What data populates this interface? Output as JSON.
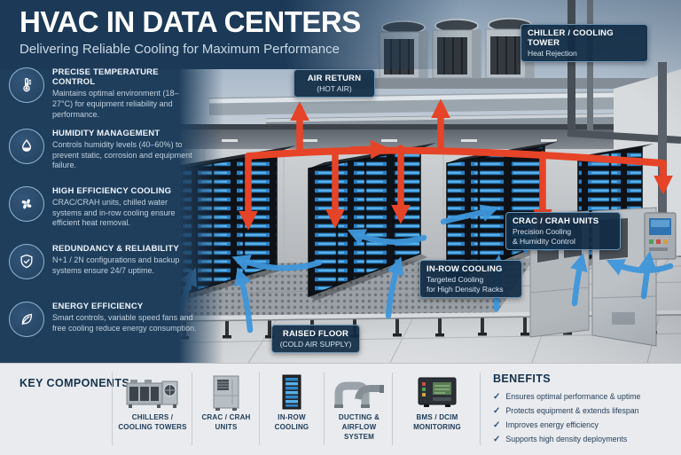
{
  "header": {
    "title": "HVAC IN DATA CENTERS",
    "subtitle": "Delivering Reliable Cooling for Maximum Performance"
  },
  "features": [
    {
      "icon": "thermometer-icon",
      "title": "PRECISE TEMPERATURE CONTROL",
      "desc": "Maintains optimal environment (18–27°C) for equipment reliability and performance."
    },
    {
      "icon": "droplet-icon",
      "title": "HUMIDITY MANAGEMENT",
      "desc": "Controls humidity levels (40–60%) to prevent static, corrosion and equipment failure."
    },
    {
      "icon": "fan-icon",
      "title": "HIGH EFFICIENCY COOLING",
      "desc": "CRAC/CRAH units, chilled water systems and in-row cooling ensure efficient heat removal."
    },
    {
      "icon": "shield-check-icon",
      "title": "REDUNDANCY & RELIABILITY",
      "desc": "N+1 / 2N configurations and backup systems ensure 24/7 uptime."
    },
    {
      "icon": "leaf-icon",
      "title": "ENERGY EFFICIENCY",
      "desc": "Smart controls, variable speed fans and free cooling reduce energy consumption."
    }
  ],
  "labels": {
    "air_return": {
      "line1": "AIR RETURN",
      "line2": "(HOT AIR)"
    },
    "chiller": {
      "line1": "CHILLER / COOLING TOWER",
      "line2": "Heat Rejection"
    },
    "crac": {
      "line1": "CRAC / CRAH UNITS",
      "line2": "Precision Cooling",
      "line3": "& Humidity Control"
    },
    "in_row": {
      "line1": "IN-ROW COOLING",
      "line2": "Targeted Cooling",
      "line3": "for High Density Racks"
    },
    "raised_floor": {
      "line1": "RAISED FLOOR",
      "line2": "(COLD AIR SUPPLY)"
    }
  },
  "key_components": {
    "heading": "KEY COMPONENTS",
    "items": [
      {
        "icon": "chillers-cooling-towers-icon",
        "label": "CHILLERS / COOLING TOWERS"
      },
      {
        "icon": "crac-crah-units-icon",
        "label": "CRAC / CRAH UNITS"
      },
      {
        "icon": "in-row-cooling-icon",
        "label": "IN-ROW COOLING"
      },
      {
        "icon": "ducting-airflow-icon",
        "label": "DUCTING & AIRFLOW SYSTEM"
      },
      {
        "icon": "bms-dcim-monitoring-icon",
        "label": "BMS / DCIM MONITORING"
      }
    ]
  },
  "benefits": {
    "heading": "BENEFITS",
    "items": [
      "Ensures optimal performance & uptime",
      "Protects equipment & extends lifespan",
      "Improves energy efficiency",
      "Supports high density deployments"
    ]
  },
  "colors": {
    "panel_navy": "#1f3e5c",
    "label_box_navy": "#112c45",
    "hot_air_red": "#e64428",
    "cold_air_blue": "#3f97dc",
    "bottom_bg": "#e9ebee",
    "text_navy": "#1c3a58"
  }
}
